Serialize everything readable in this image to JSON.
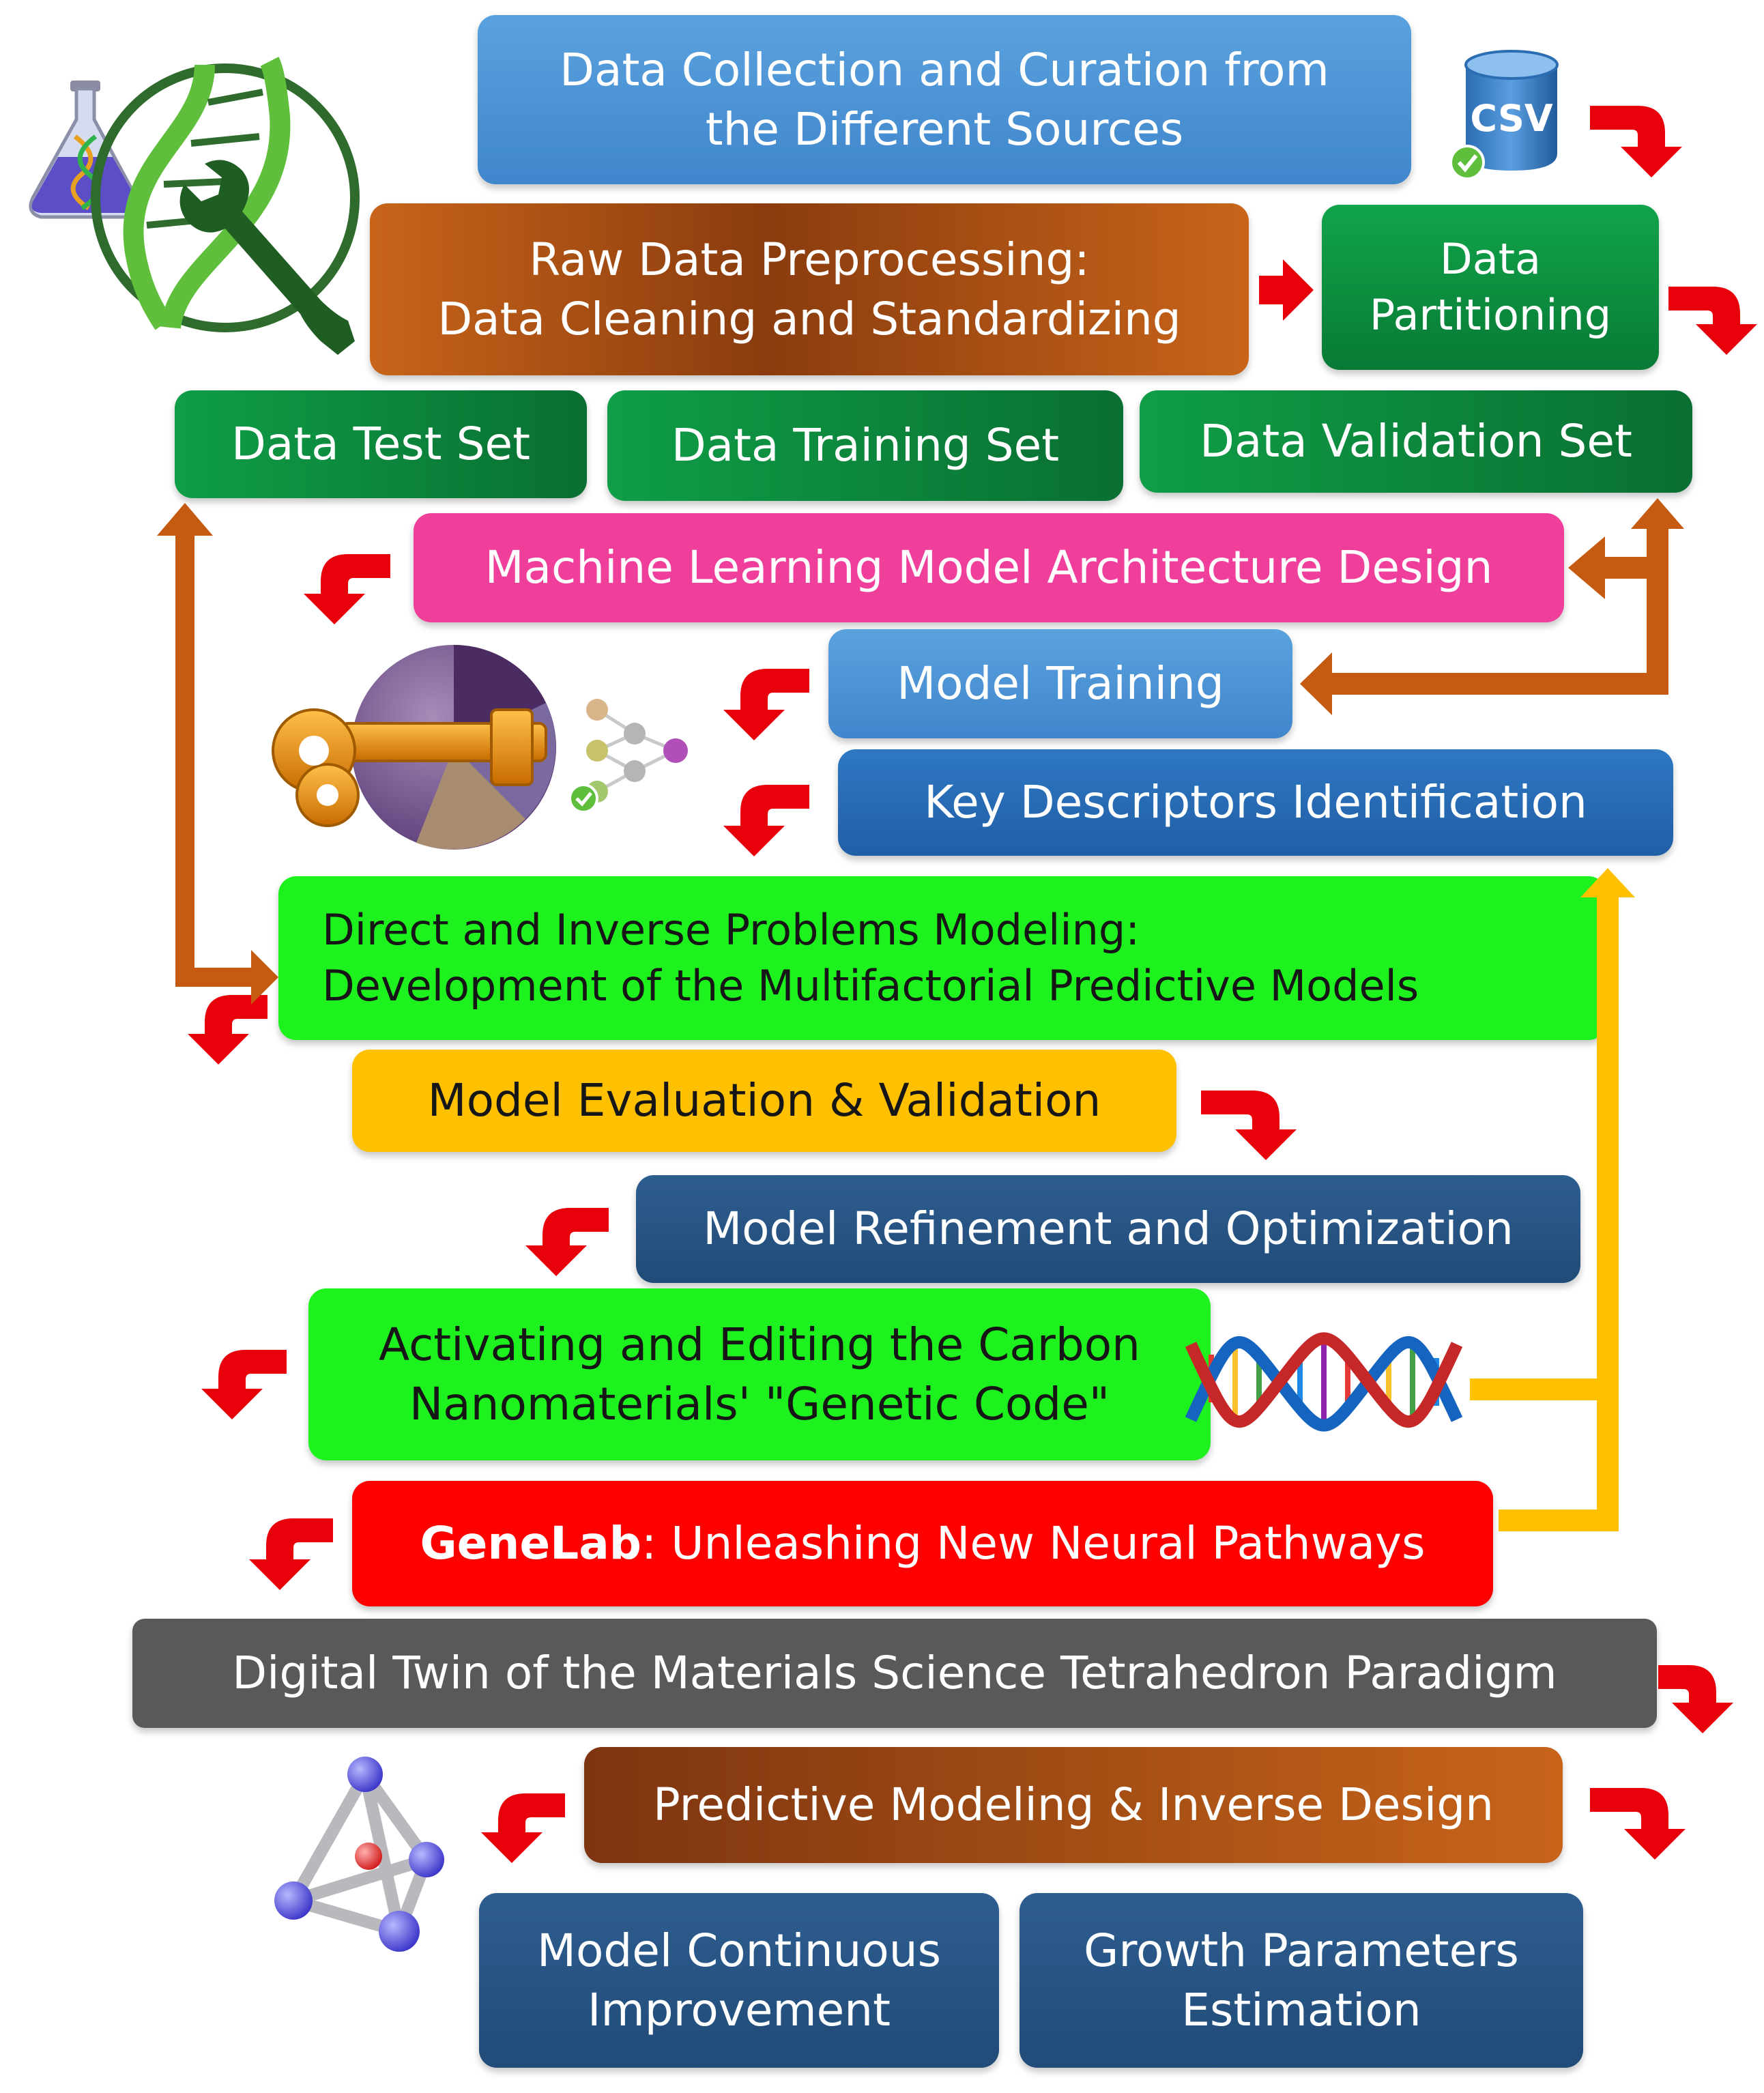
{
  "steps": {
    "data_collection": [
      "Data Collection and Curation from",
      "the Different Sources"
    ],
    "csv_label": "CSV",
    "preprocessing": [
      "Raw Data Preprocessing:",
      "Data Cleaning and Standardizing"
    ],
    "partitioning": [
      "Data",
      "Partitioning"
    ],
    "test_set": "Data Test Set",
    "training_set": "Data Training Set",
    "validation_set": "Data Validation Set",
    "architecture": "Machine Learning Model Architecture Design",
    "model_training": "Model Training",
    "key_descriptors": "Key Descriptors Identification",
    "direct_inverse": [
      "Direct and Inverse Problems Modeling:",
      "Development of the Multifactorial Predictive Models"
    ],
    "evaluation": "Model Evaluation & Validation",
    "refinement": "Model Refinement and Optimization",
    "genetic_code": [
      "Activating and Editing the Carbon",
      "Nanomaterials' \"Genetic Code\""
    ],
    "genelab_bold": "GeneLab",
    "genelab_rest": ": Unleashing New Neural Pathways",
    "digital_twin": "Digital Twin of the Materials Science Tetrahedron Paradigm",
    "predictive": "Predictive Modeling & Inverse Design",
    "continuous": [
      "Model Continuous",
      "Improvement"
    ],
    "growth": [
      "Growth Parameters",
      "Estimation"
    ]
  },
  "colors": {
    "arrow_red": "#e8000b",
    "arrow_orange": "#c55a11",
    "arrow_amber": "#ffc000",
    "lime": "#1ef21e",
    "magenta": "#ef3f9b"
  },
  "icons": [
    "flask-dna-icon",
    "dna-wrench-icon",
    "database-csv-icon",
    "check-icon",
    "pie-key-icon",
    "neural-network-icon",
    "dna-helix-icon",
    "tetrahedron-icon"
  ]
}
